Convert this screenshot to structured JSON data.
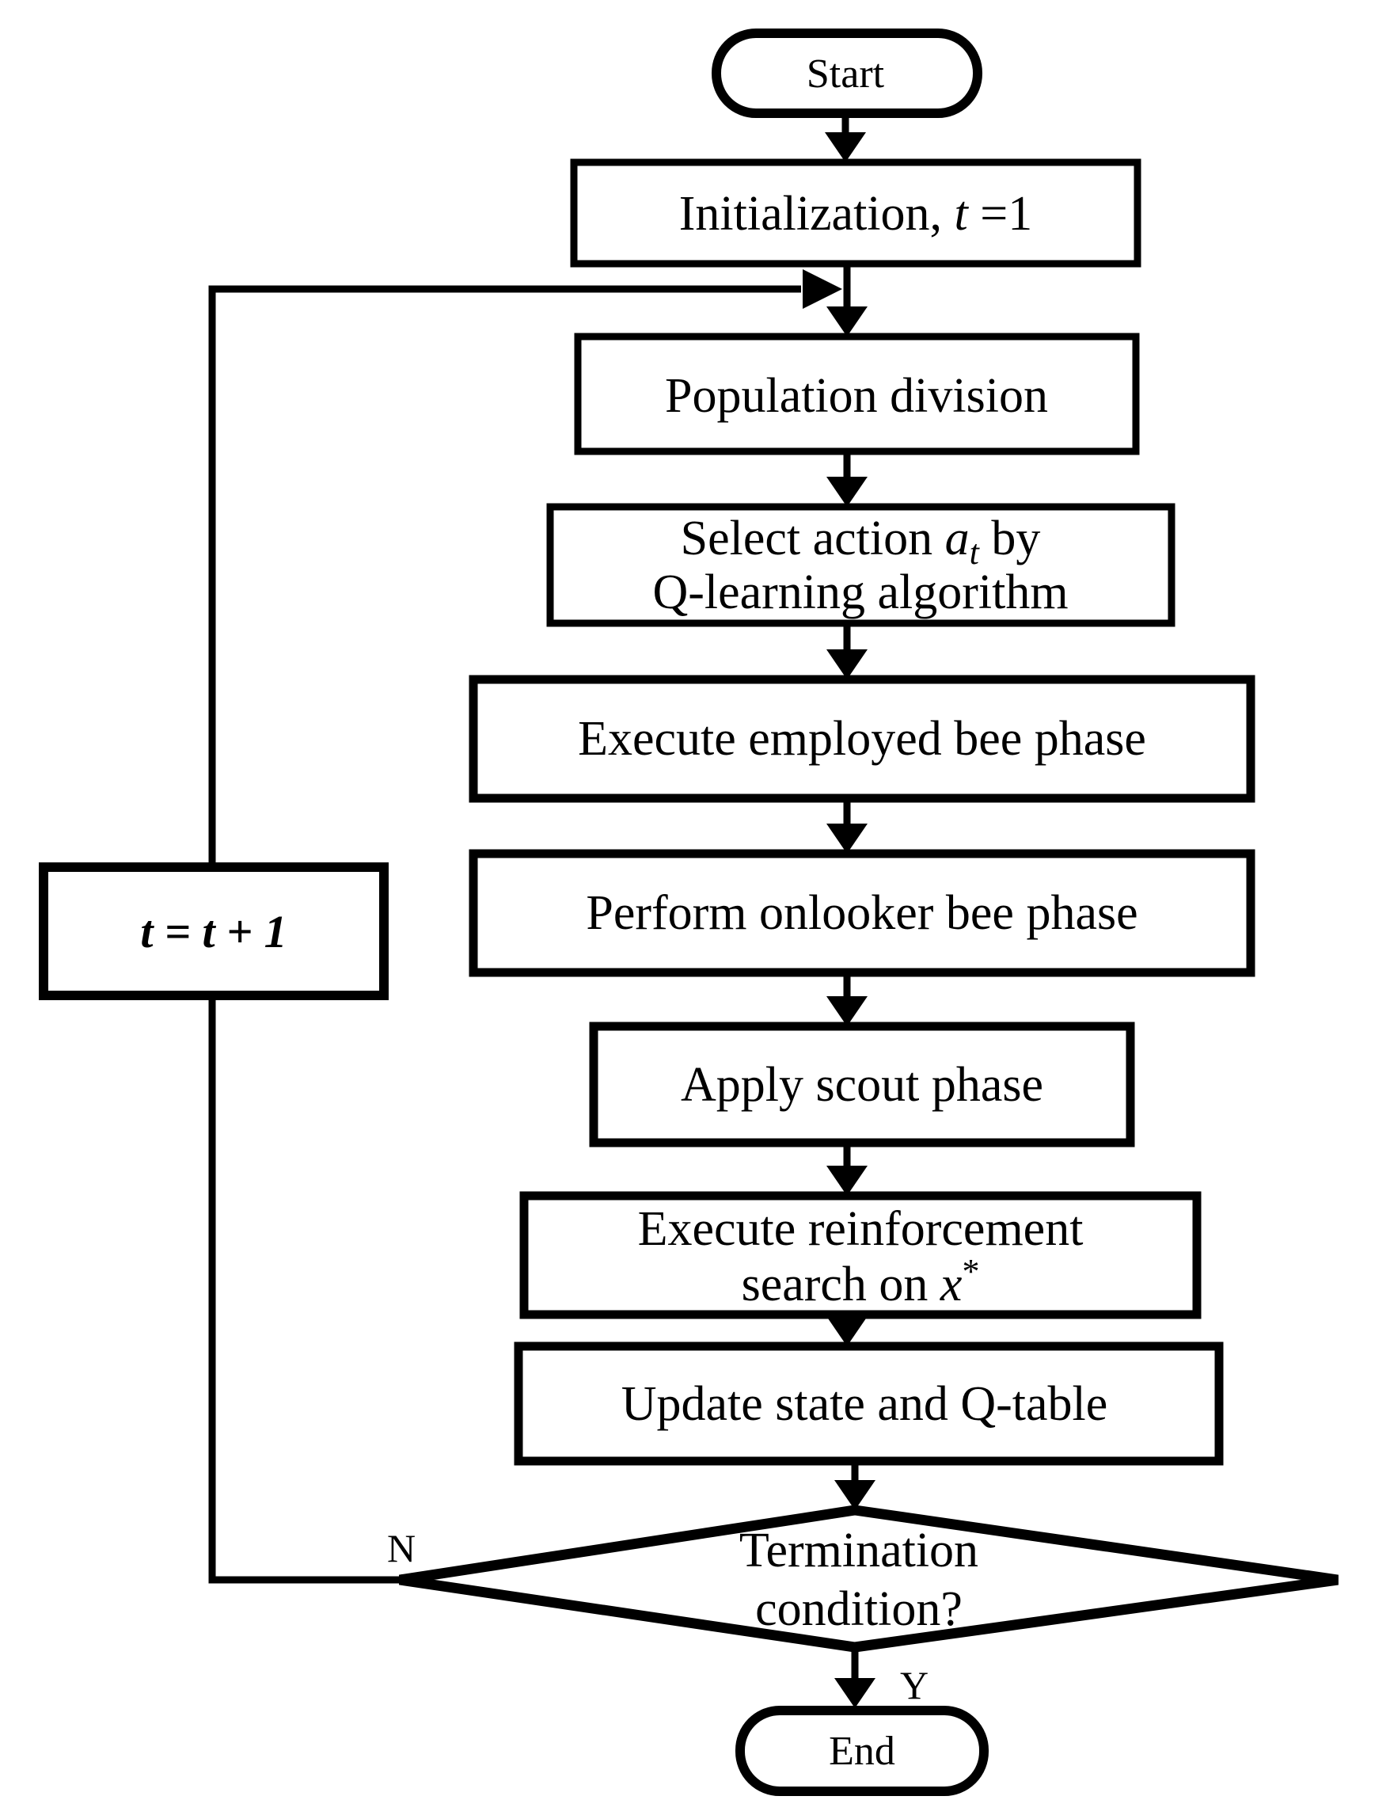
{
  "flowchart": {
    "nodes": {
      "start": {
        "label": "Start"
      },
      "initialization": {
        "pre": "Initialization, ",
        "var": "t",
        "post": " =1"
      },
      "population_division": {
        "label": "Population division"
      },
      "select_action": {
        "line1_pre": "Select action ",
        "line1_var": "a",
        "line1_sub": "t",
        "line1_post": " by",
        "line2": "Q-learning algorithm"
      },
      "employed_bee_phase": {
        "label": "Execute employed bee phase"
      },
      "onlooker_bee_phase": {
        "label": "Perform onlooker bee phase"
      },
      "scout_phase": {
        "label": "Apply scout phase"
      },
      "reinforcement_search": {
        "line1": "Execute reinforcement",
        "line2_pre": "search on ",
        "line2_var": "x",
        "line2_sup": "*"
      },
      "update_q_table": {
        "label": "Update state and Q-table"
      },
      "termination_decision": {
        "line1": "Termination",
        "line2": "condition?"
      },
      "iteration_increment": {
        "label": "t = t + 1"
      },
      "end": {
        "label": "End"
      }
    },
    "edge_labels": {
      "no": "N",
      "yes": "Y"
    },
    "colors": {
      "line": "#000000",
      "fill": "#ffffff",
      "background": "#ffffff"
    }
  }
}
